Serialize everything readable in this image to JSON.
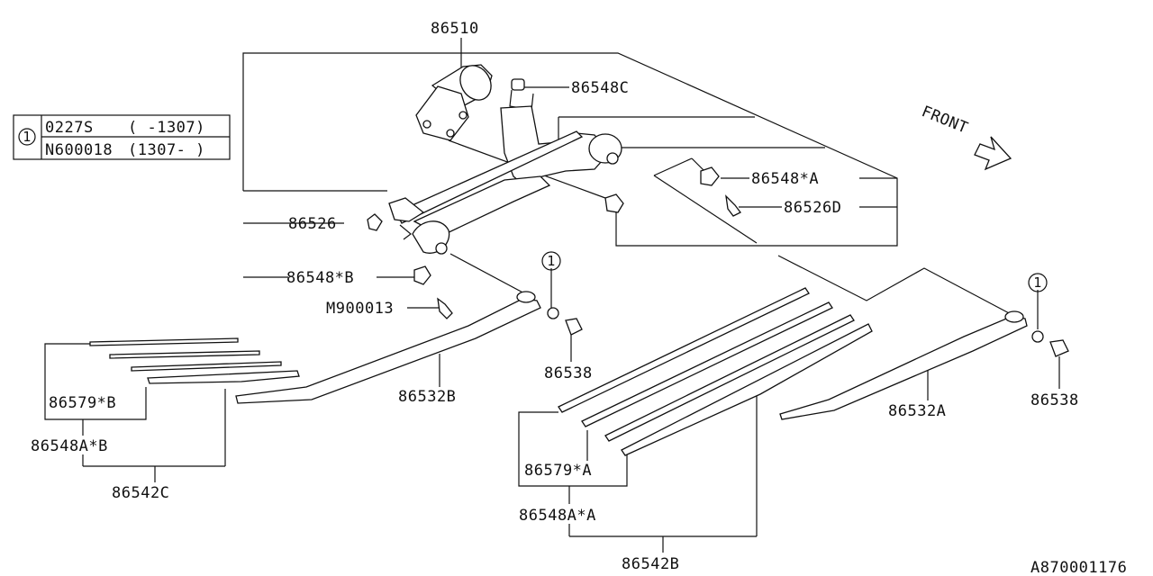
{
  "legend": {
    "ref": "1",
    "rows": [
      {
        "part": "0227S",
        "range": "(  -1307)"
      },
      {
        "part": "N600018",
        "range": "(1307-  )"
      }
    ]
  },
  "direction": {
    "label": "FRONT"
  },
  "callout_ref": "1",
  "parts": {
    "p86510": "86510",
    "p86548c": "86548C",
    "p86548a_star_a_top": "86548*A",
    "p86526d": "86526D",
    "p86526": "86526",
    "p86548_star_b": "86548*B",
    "m900013": "M900013",
    "p86538_left": "86538",
    "p86538_right": "86538",
    "p86532b": "86532B",
    "p86532a": "86532A",
    "p86579_star_b": "86579*B",
    "p86548a_star_b": "86548A*B",
    "p86542c": "86542C",
    "p86579_star_a": "86579*A",
    "p86548a_star_a": "86548A*A",
    "p86542b": "86542B"
  },
  "figure_id": "A870001176"
}
